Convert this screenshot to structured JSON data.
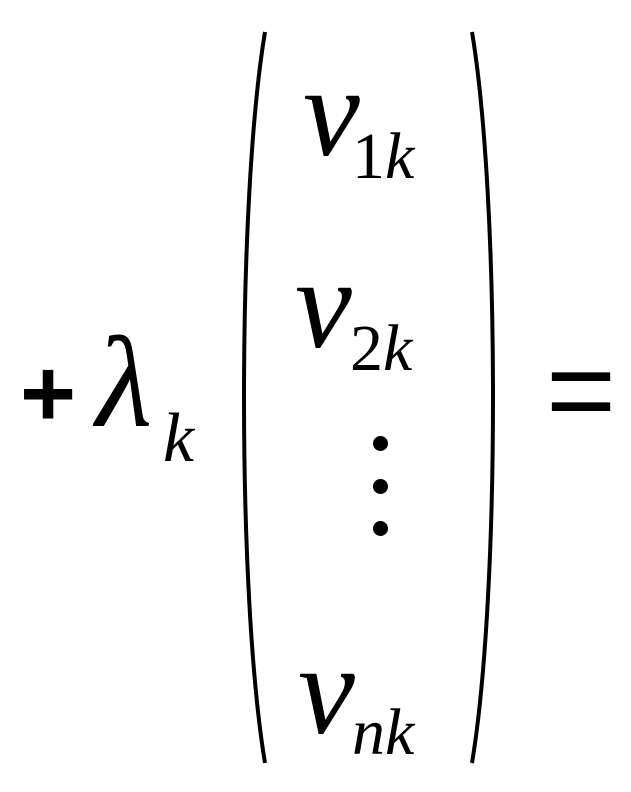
{
  "equation": {
    "plus": "+",
    "lambda": "λ",
    "lambda_subscript": "k",
    "vector": [
      {
        "base": "v",
        "sub_index": "1",
        "sub_var": "k"
      },
      {
        "base": "v",
        "sub_index": "2",
        "sub_var": "k"
      },
      {
        "base": "v",
        "sub_index": "",
        "sub_var": "nk"
      }
    ],
    "equals": "="
  }
}
